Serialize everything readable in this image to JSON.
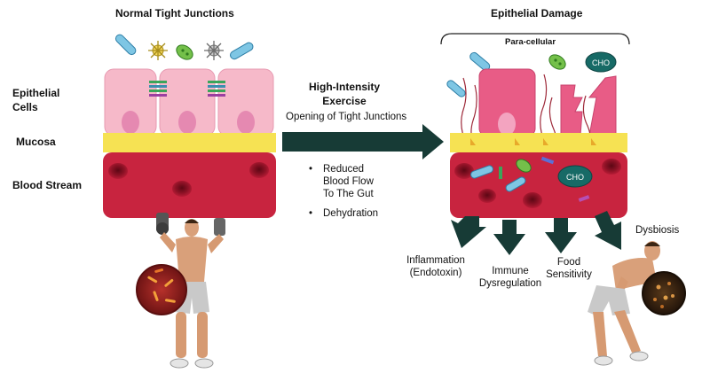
{
  "left_panel": {
    "title": "Normal Tight Junctions",
    "labels": {
      "epithelial_line1": "Epithelial",
      "epithelial_line2": "Cells",
      "mucosa": "Mucosa",
      "blood_stream": "Blood Stream"
    }
  },
  "middle": {
    "exercise_line1": "High-Intensity",
    "exercise_line2": "Exercise",
    "opening": "Opening of Tight Junctions",
    "bullets": [
      {
        "lines": [
          "Reduced",
          "Blood Flow",
          "To The Gut"
        ]
      },
      {
        "lines": [
          "Dehydration"
        ]
      }
    ]
  },
  "right_panel": {
    "title": "Epithelial Damage",
    "paracellular": "Para-cellular",
    "cho_label": "CHO",
    "outcomes": {
      "inflammation_line1": "Inflammation",
      "inflammation_line2": "(Endotoxin)",
      "immune_line1": "Immune",
      "immune_line2": "Dysregulation",
      "food_line1": "Food",
      "food_line2": "Sensitivity",
      "dysbiosis": "Dysbiosis"
    }
  },
  "colors": {
    "cell_pink": "#f6b9c9",
    "nucleus": "#e589b1",
    "mucosa_yellow": "#f6e253",
    "blood_red": "#c8243f",
    "rbc_dark": "#7c0d1d",
    "arrow_dark": "#173b36",
    "damaged_cell": "#e85c86",
    "junction_green": "#3aa55a",
    "junction_teal": "#3a8fb0",
    "junction_purple": "#9b3ea0"
  }
}
